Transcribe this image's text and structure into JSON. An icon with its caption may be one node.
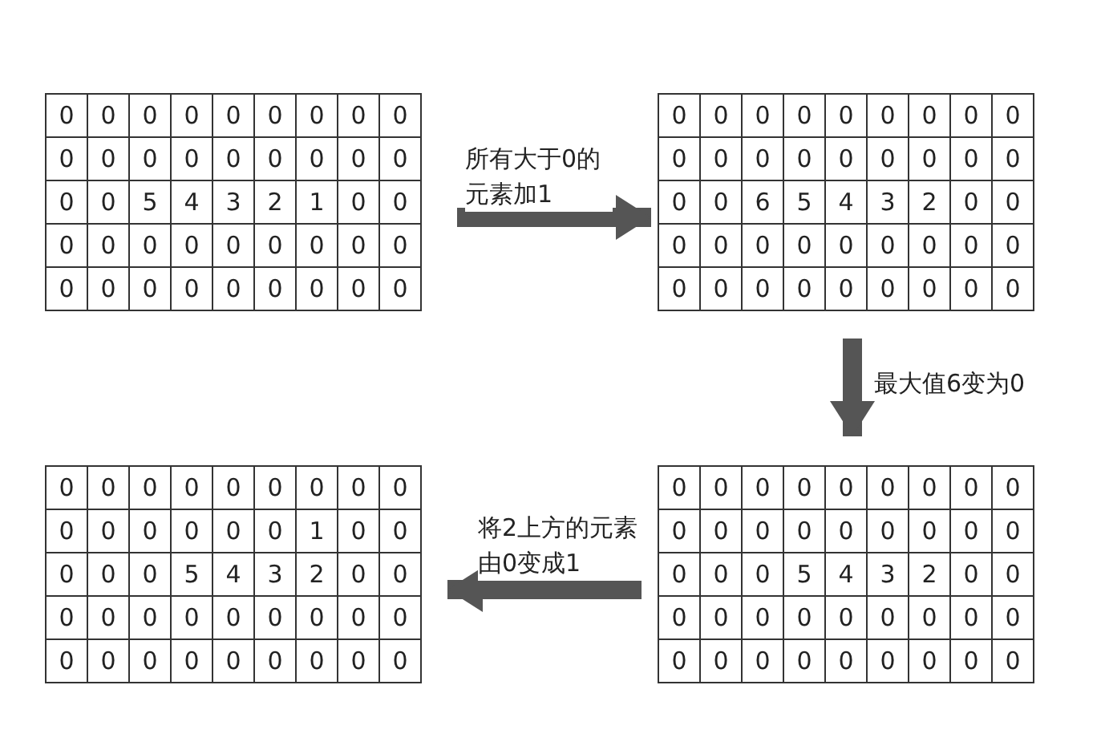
{
  "diagram": {
    "nodes": [
      {
        "text": [
          "0",
          "0",
          "0",
          "0",
          "0",
          "0",
          "0",
          "0",
          "0",
          "0",
          "0",
          "0",
          "0",
          "0",
          "0",
          "0",
          "0",
          "0",
          "0",
          "0",
          "5",
          "4",
          "3",
          "2",
          "1",
          "0",
          "0",
          "0",
          "0",
          "0",
          "0",
          "0",
          "0",
          "0",
          "0",
          "0",
          "0",
          "0",
          "0",
          "0",
          "0",
          "0",
          "0",
          "0",
          "0"
        ]
      },
      {
        "text": [
          "0",
          "0",
          "0",
          "0",
          "0",
          "0",
          "0",
          "0",
          "0",
          "0",
          "0",
          "0",
          "0",
          "0",
          "0",
          "0",
          "0",
          "0",
          "0",
          "0",
          "6",
          "5",
          "4",
          "3",
          "2",
          "0",
          "0",
          "0",
          "0",
          "0",
          "0",
          "0",
          "0",
          "0",
          "0",
          "0",
          "0",
          "0",
          "0",
          "0",
          "0",
          "0",
          "0",
          "0",
          "0"
        ]
      },
      {
        "text": [
          "0",
          "0",
          "0",
          "0",
          "0",
          "0",
          "0",
          "0",
          "0",
          "0",
          "0",
          "0",
          "0",
          "0",
          "0",
          "1",
          "0",
          "0",
          "0",
          "0",
          "0",
          "5",
          "4",
          "3",
          "2",
          "0",
          "0",
          "0",
          "0",
          "0",
          "0",
          "0",
          "0",
          "0",
          "0",
          "0",
          "0",
          "0",
          "0",
          "0",
          "0",
          "0",
          "0",
          "0",
          "0"
        ]
      },
      {
        "text": [
          "0",
          "0",
          "0",
          "0",
          "0",
          "0",
          "0",
          "0",
          "0",
          "0",
          "0",
          "0",
          "0",
          "0",
          "0",
          "0",
          "0",
          "0",
          "0",
          "0",
          "0",
          "5",
          "4",
          "3",
          "2",
          "0",
          "0",
          "0",
          "0",
          "0",
          "0",
          "0",
          "0",
          "0",
          "0",
          "0",
          "0",
          "0",
          "0",
          "0",
          "0",
          "0",
          "0",
          "0",
          "0"
        ]
      }
    ],
    "edges": [
      {
        "from": 0,
        "to": 1,
        "arrow": "to",
        "label": "所有大于0的元素加1"
      },
      {
        "from": 1,
        "to": 3,
        "arrow": "to",
        "label": "最大值6变为0"
      },
      {
        "from": 3,
        "to": 2,
        "arrow": "to",
        "label": "将2上方的元素由0变成1"
      }
    ]
  }
}
